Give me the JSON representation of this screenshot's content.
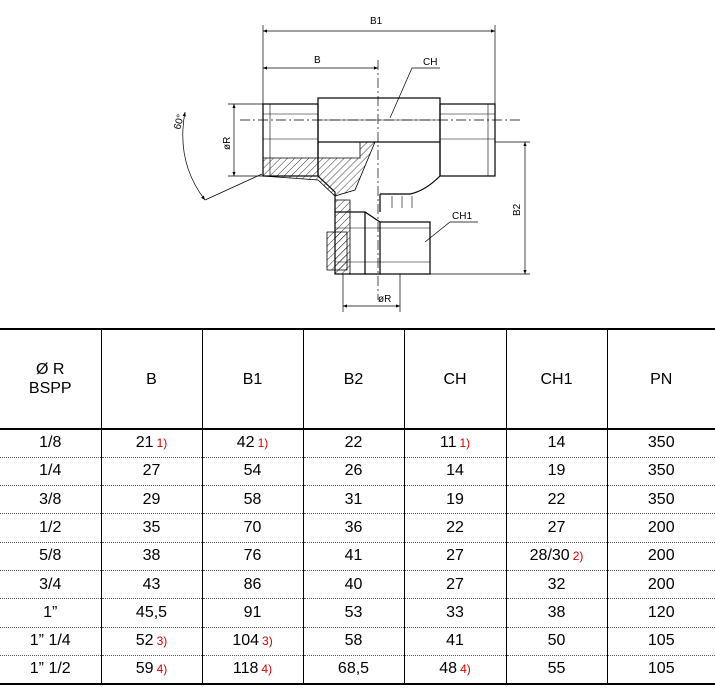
{
  "drawing": {
    "labels": {
      "b1": "B1",
      "b": "B",
      "ch": "CH",
      "ch1": "CH1",
      "b2": "B2",
      "dia_r_left": "øR",
      "dia_r_bottom": "øR",
      "angle": "60°"
    }
  },
  "table": {
    "headers": [
      {
        "lines": [
          "Ø R",
          "BSPP"
        ]
      },
      {
        "lines": [
          "B"
        ]
      },
      {
        "lines": [
          "B1"
        ]
      },
      {
        "lines": [
          "B2"
        ]
      },
      {
        "lines": [
          "CH"
        ]
      },
      {
        "lines": [
          "CH1"
        ]
      },
      {
        "lines": [
          "PN"
        ]
      }
    ],
    "rows": [
      [
        {
          "v": "1/8"
        },
        {
          "v": "21",
          "note": "1)"
        },
        {
          "v": "42",
          "note": "1)"
        },
        {
          "v": "22"
        },
        {
          "v": "11",
          "note": "1)"
        },
        {
          "v": "14"
        },
        {
          "v": "350"
        }
      ],
      [
        {
          "v": "1/4"
        },
        {
          "v": "27"
        },
        {
          "v": "54"
        },
        {
          "v": "26"
        },
        {
          "v": "14"
        },
        {
          "v": "19"
        },
        {
          "v": "350"
        }
      ],
      [
        {
          "v": "3/8"
        },
        {
          "v": "29"
        },
        {
          "v": "58"
        },
        {
          "v": "31"
        },
        {
          "v": "19"
        },
        {
          "v": "22"
        },
        {
          "v": "350"
        }
      ],
      [
        {
          "v": "1/2"
        },
        {
          "v": "35"
        },
        {
          "v": "70"
        },
        {
          "v": "36"
        },
        {
          "v": "22"
        },
        {
          "v": "27"
        },
        {
          "v": "200"
        }
      ],
      [
        {
          "v": "5/8"
        },
        {
          "v": "38"
        },
        {
          "v": "76"
        },
        {
          "v": "41"
        },
        {
          "v": "27"
        },
        {
          "v": "28/30",
          "note": "2)"
        },
        {
          "v": "200"
        }
      ],
      [
        {
          "v": "3/4"
        },
        {
          "v": "43"
        },
        {
          "v": "86"
        },
        {
          "v": "40"
        },
        {
          "v": "27"
        },
        {
          "v": "32"
        },
        {
          "v": "200"
        }
      ],
      [
        {
          "v": "1”"
        },
        {
          "v": "45,5"
        },
        {
          "v": "91"
        },
        {
          "v": "53"
        },
        {
          "v": "33"
        },
        {
          "v": "38"
        },
        {
          "v": "120"
        }
      ],
      [
        {
          "v": "1” 1/4"
        },
        {
          "v": "52",
          "note": "3)"
        },
        {
          "v": "104",
          "note": "3)"
        },
        {
          "v": "58"
        },
        {
          "v": "41"
        },
        {
          "v": "50"
        },
        {
          "v": "105"
        }
      ],
      [
        {
          "v": "1” 1/2"
        },
        {
          "v": "59",
          "note": "4)"
        },
        {
          "v": "118",
          "note": "4)"
        },
        {
          "v": "68,5"
        },
        {
          "v": "48",
          "note": "4)"
        },
        {
          "v": "55"
        },
        {
          "v": "105"
        }
      ]
    ]
  }
}
